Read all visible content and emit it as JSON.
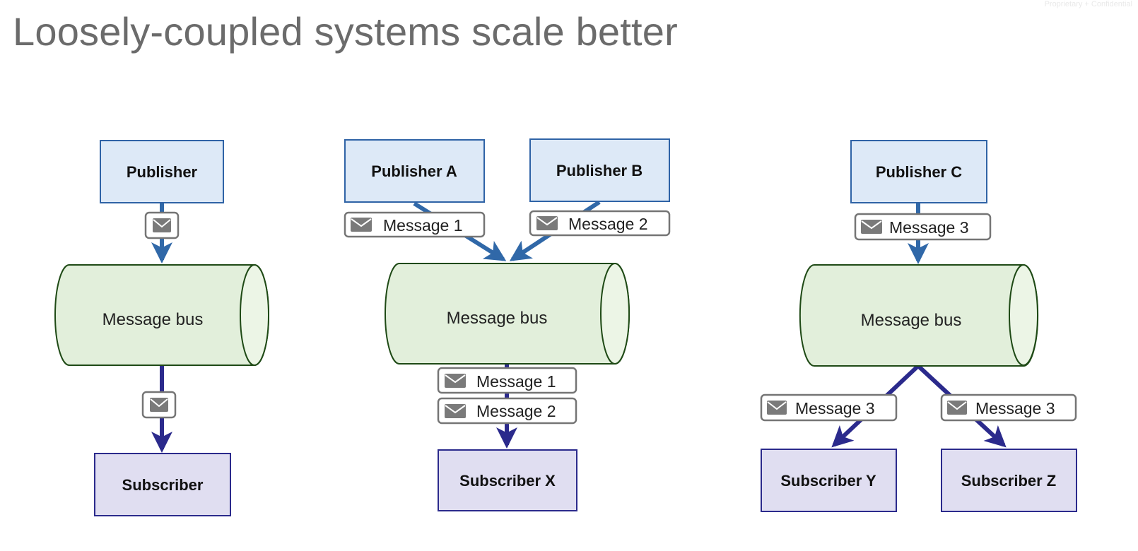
{
  "slide": {
    "title": "Loosely-coupled systems scale better",
    "corner_note": "Proprietary + Confidential"
  },
  "colors": {
    "publisher_fill": "#dde9f7",
    "publisher_stroke": "#2f63a6",
    "bus_fill": "#e2efdb",
    "bus_stroke": "#1f4a16",
    "subscriber_fill": "#e0def1",
    "subscriber_stroke": "#2b2a8c",
    "publish_arrow": "#3068a8",
    "deliver_arrow": "#2b2a8c",
    "message_border": "#757575",
    "envelope": "#7a7a7a"
  },
  "diagram1": {
    "publisher": "Publisher",
    "bus": "Message bus",
    "subscriber": "Subscriber",
    "messages": {
      "in": "",
      "out": ""
    }
  },
  "diagram2": {
    "publisher_a": "Publisher A",
    "publisher_b": "Publisher B",
    "bus": "Message bus",
    "subscriber": "Subscriber X",
    "messages": {
      "in_a": "Message 1",
      "in_b": "Message 2",
      "out_1": "Message 1",
      "out_2": "Message 2"
    }
  },
  "diagram3": {
    "publisher": "Publisher C",
    "bus": "Message bus",
    "subscriber_y": "Subscriber Y",
    "subscriber_z": "Subscriber Z",
    "messages": {
      "in": "Message 3",
      "out_y": "Message 3",
      "out_z": "Message 3"
    }
  },
  "icons": {
    "message": "envelope-icon"
  }
}
